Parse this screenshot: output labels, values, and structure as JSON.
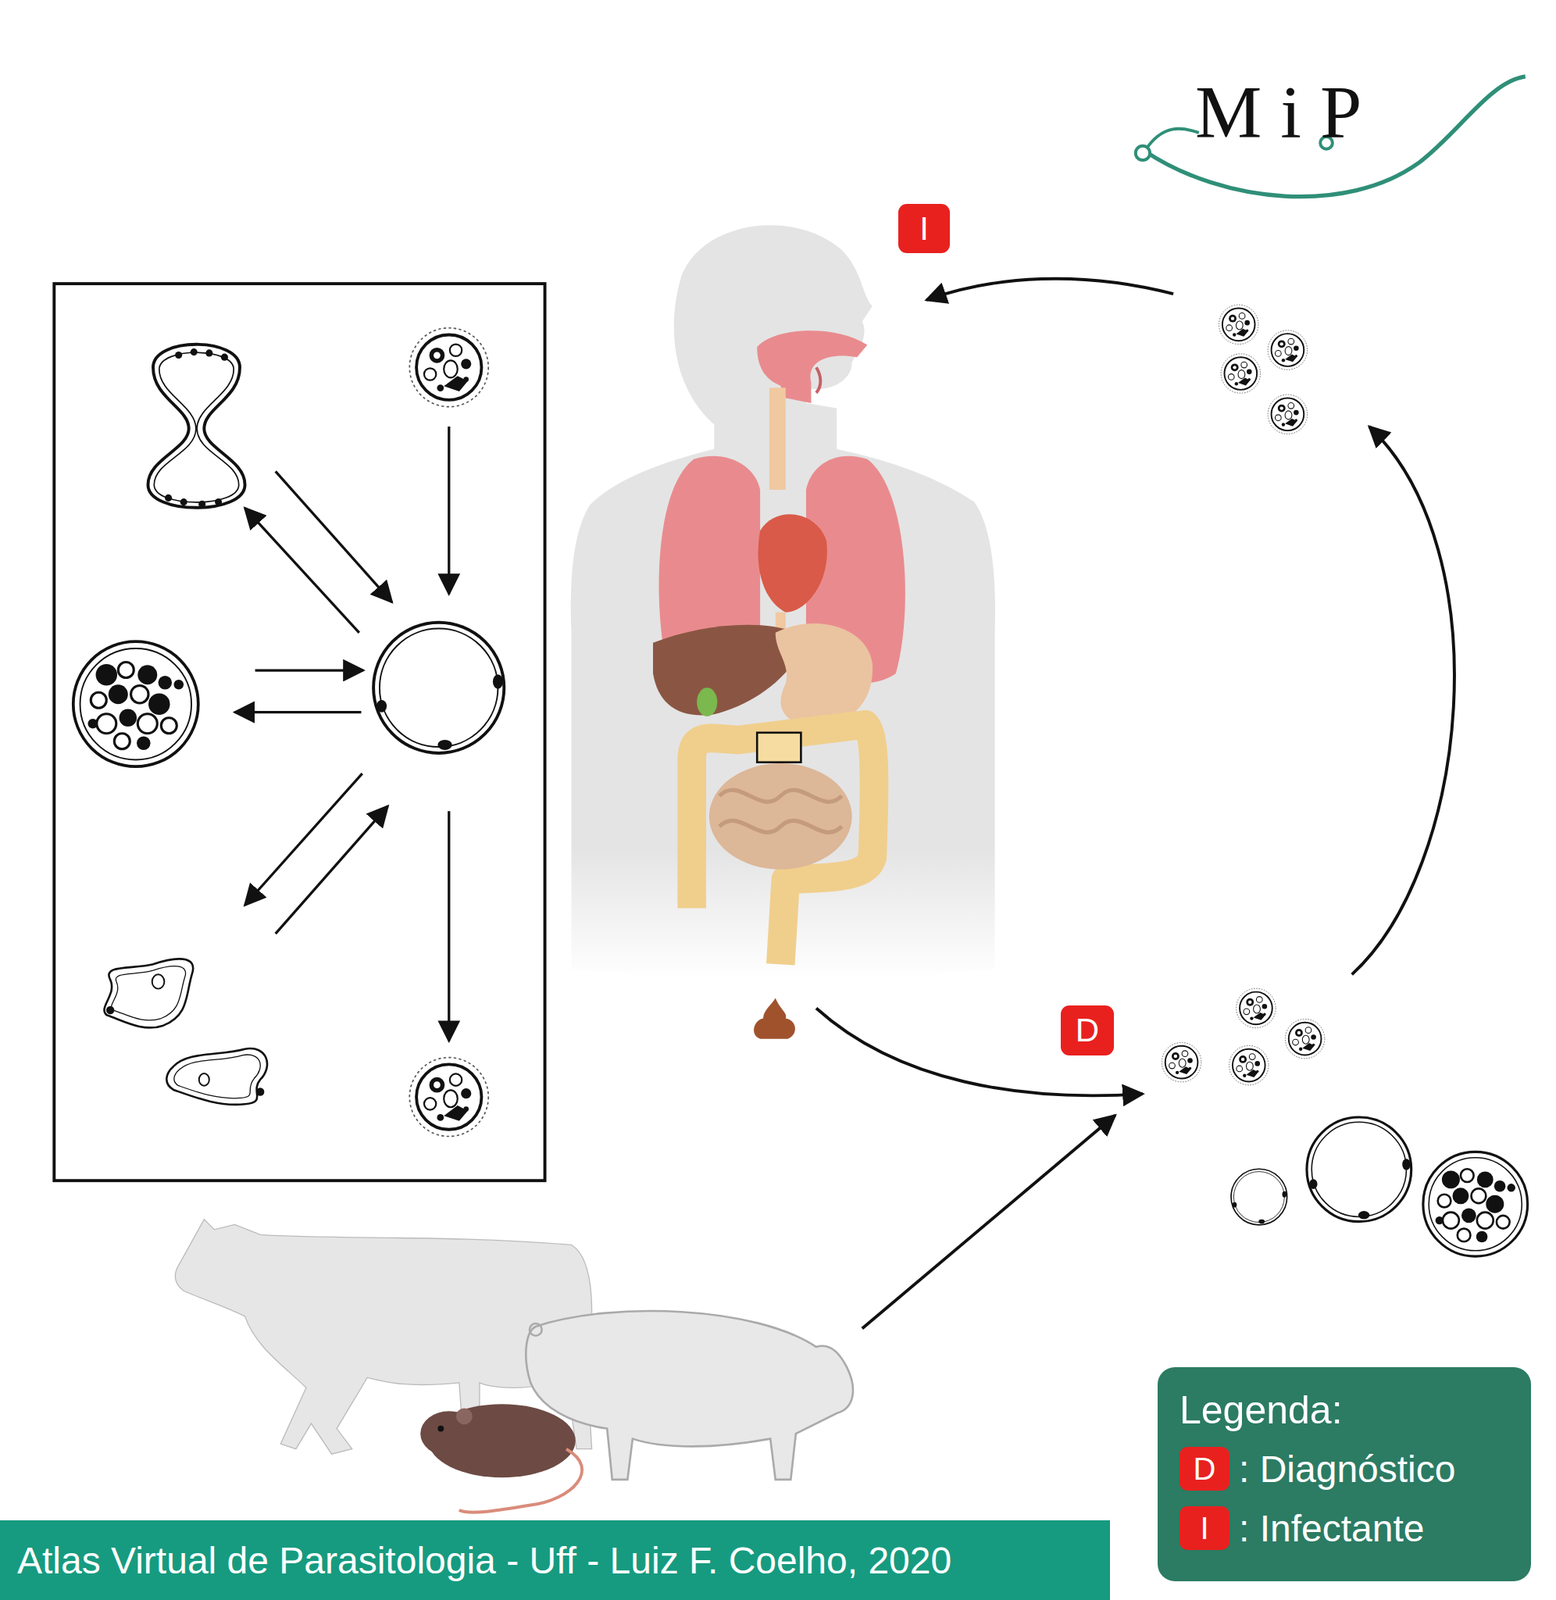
{
  "diagram": {
    "caption": "Atlas Virtual de Parasitologia - Uff - Luiz F. Coelho, 2020",
    "nodes": [
      {
        "text": [
          "I"
        ]
      },
      {
        "text": [
          "D"
        ]
      }
    ],
    "labels": [
      "M i P",
      "Legenda:",
      "D",
      "I"
    ],
    "legend": [
      {
        "text": ": Diagnóstico",
        "color": "#e8211f"
      },
      {
        "text": ": Infectante",
        "color": "#e8211f"
      }
    ]
  }
}
